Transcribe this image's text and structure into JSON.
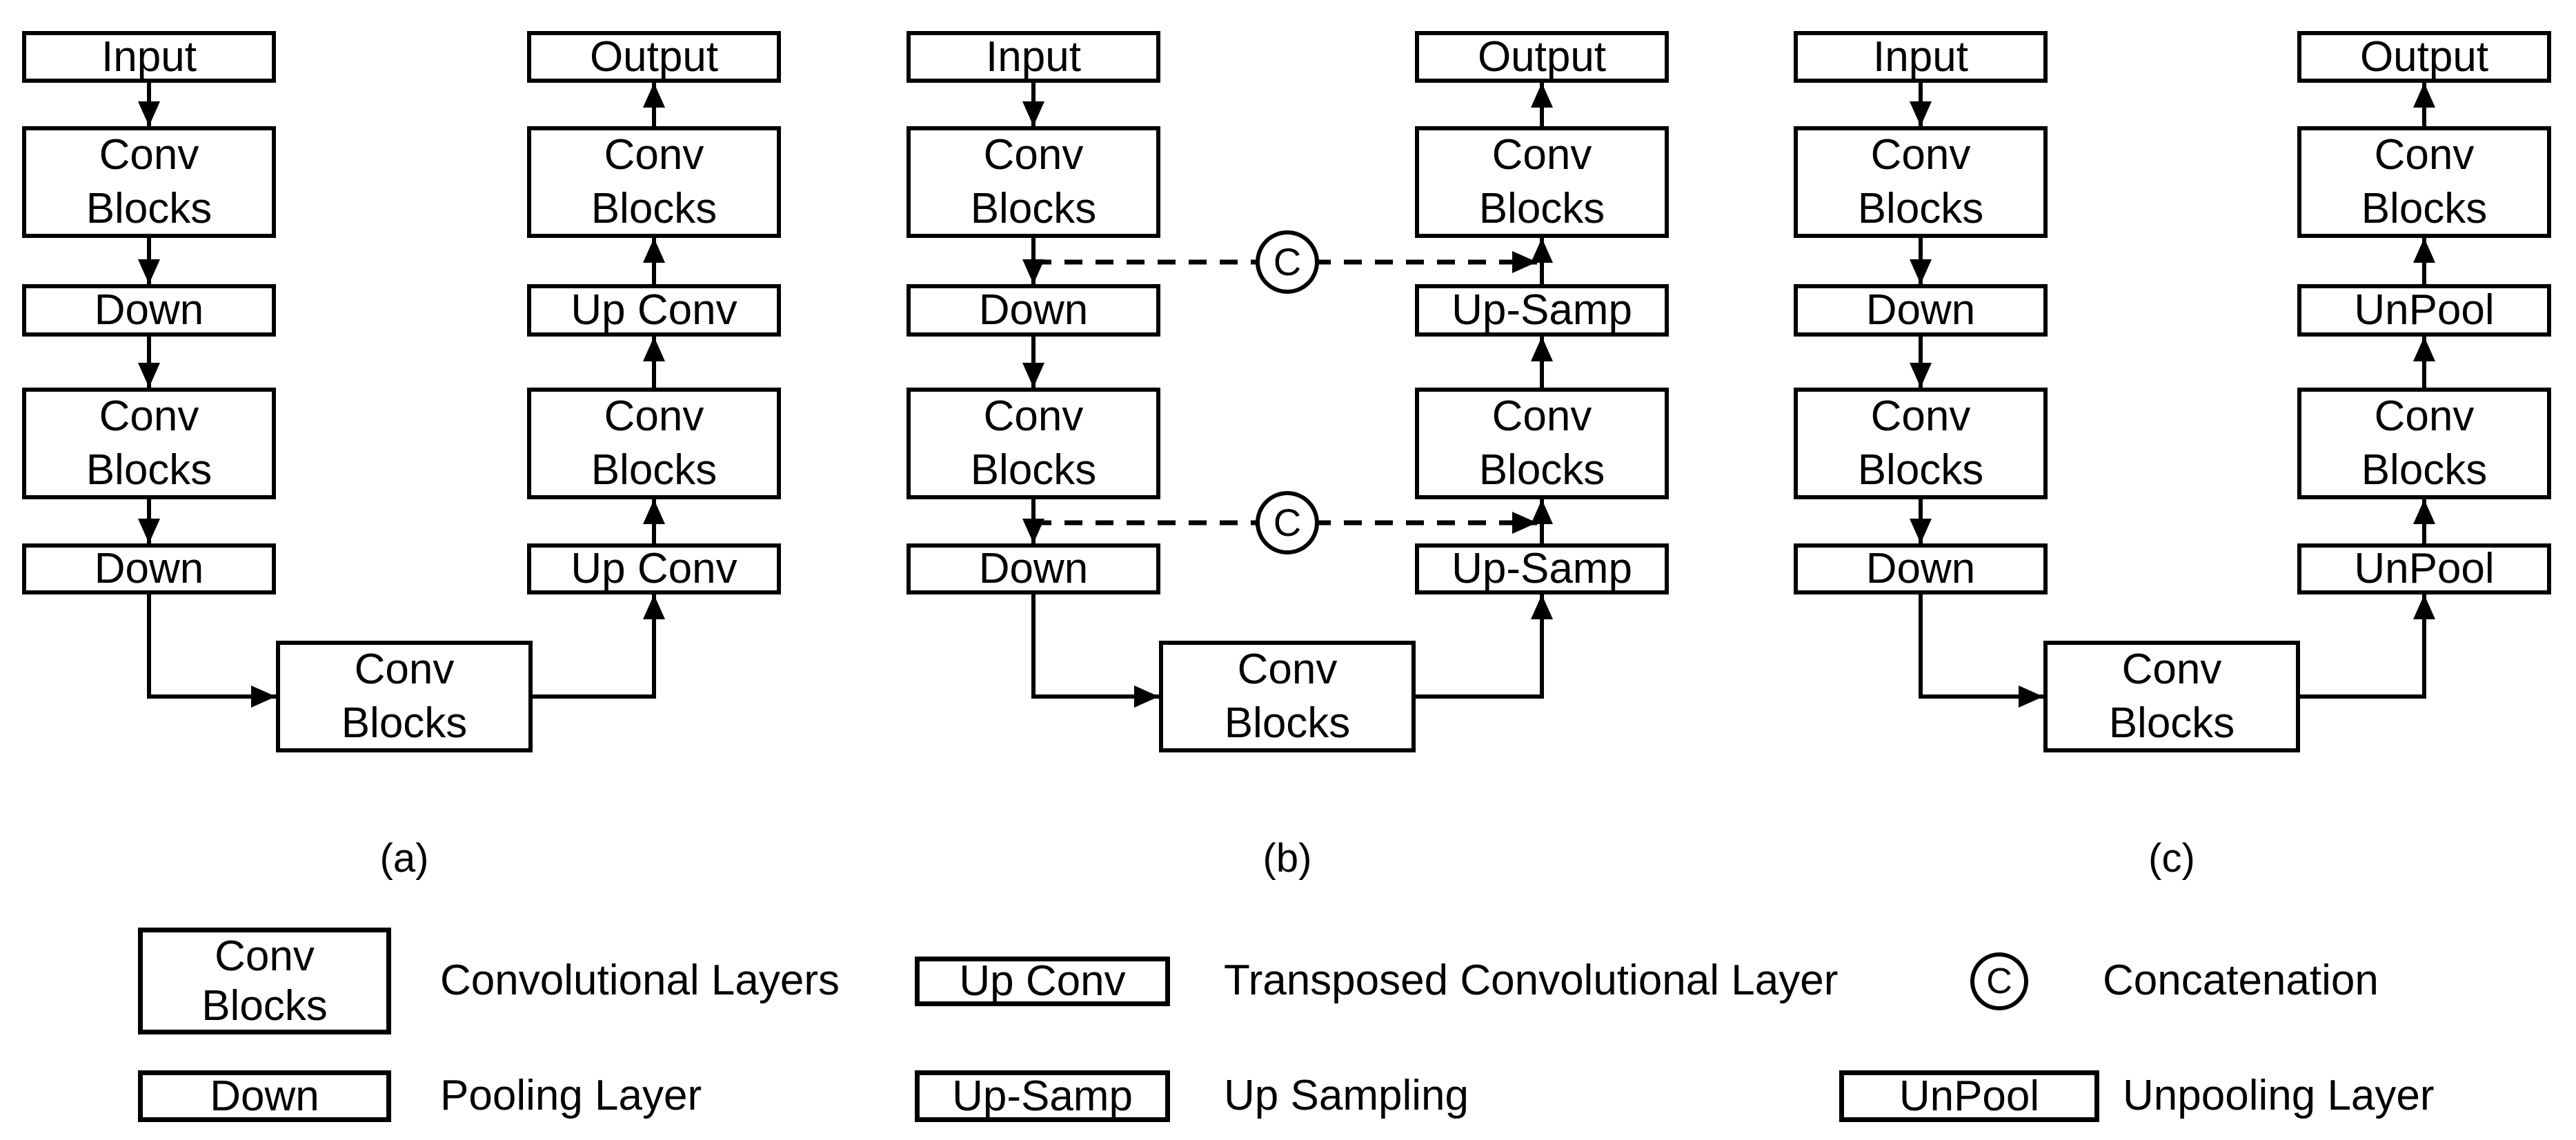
{
  "diagrams": {
    "a": {
      "caption": "(a)",
      "input": "Input",
      "output": "Output",
      "conv": "Conv\nBlocks",
      "down": "Down",
      "up": "Up Conv"
    },
    "b": {
      "caption": "(b)",
      "input": "Input",
      "output": "Output",
      "conv": "Conv\nBlocks",
      "down": "Down",
      "up": "Up-Samp",
      "concat": "C"
    },
    "c": {
      "caption": "(c)",
      "input": "Input",
      "output": "Output",
      "conv": "Conv\nBlocks",
      "down": "Down",
      "up": "UnPool"
    }
  },
  "legend": {
    "conv": {
      "box": "Conv\nBlocks",
      "label": "Convolutional Layers"
    },
    "upconv": {
      "box": "Up Conv",
      "label": "Transposed Convolutional Layer"
    },
    "concat": {
      "symbol": "C",
      "label": "Concatenation"
    },
    "down": {
      "box": "Down",
      "label": "Pooling Layer"
    },
    "upsamp": {
      "box": "Up-Samp",
      "label": "Up Sampling"
    },
    "unpool": {
      "box": "UnPool",
      "label": "Unpooling Layer"
    }
  },
  "colors": {
    "ink": "#000000",
    "background": "#ffffff"
  }
}
